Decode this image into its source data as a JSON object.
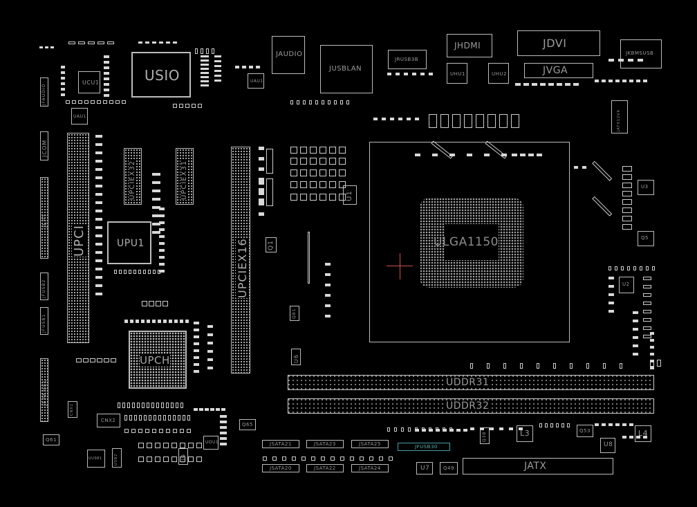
{
  "board": {
    "labels": {
      "usio": "USIO",
      "ucu1": "UCU1",
      "uau1": "UAU1",
      "jaudio": "JAUDIO",
      "jusblan": "JUSBLAN",
      "jhdmi": "JHDMI",
      "jdvi": "JDVI",
      "jvga": "JVGA",
      "uhu1": "UHU1",
      "uhu2": "UHU2",
      "jusb3": "JRUSB3B",
      "jkbmsusb": "JKBMSUSB",
      "jfaudio": "JFAUDIO",
      "jcom": "JCOM",
      "jlpt": "JLPT",
      "jfusb2": "JFUSB2",
      "jfusb1": "JFUSB1",
      "jfpanel": "JFPANEL",
      "upci": "UPCI",
      "upciex32": "UPCIEX32",
      "upciex31": "UPCIEX31",
      "upu1": "UPU1",
      "upch": "UPCH",
      "upciex16": "UPCIEX16",
      "q1": "Q1",
      "u1": "U1",
      "ulga": "ULGA1150",
      "uddr31": "UDDR31",
      "uddr32": "UDDR32",
      "u6": "U6",
      "qr": "Q81",
      "jsata21": "JSATA21",
      "jsata23": "JSATA23",
      "jsata25": "JSATA25",
      "jsata20": "JSATA20",
      "jsata22": "JSATA22",
      "jsata24": "JSATA24",
      "jfusb3": "JFUSB30",
      "u7": "U7",
      "q49": "Q49",
      "jatx": "JATX",
      "l3": "L3",
      "l4": "L4",
      "q53": "Q53",
      "u8": "U8",
      "q61": "Q61",
      "cnx2": "CNX2",
      "q65": "Q65",
      "u9": "U9",
      "udu1": "UDU1",
      "jatx12": "JATX12V4",
      "cnx1": "CNX1",
      "uusb": "UUSB1",
      "usb2": "USB2",
      "uau2": "UAU1",
      "q38": "Q38",
      "u2": "U2",
      "u3": "U3",
      "q5": "Q5"
    }
  }
}
